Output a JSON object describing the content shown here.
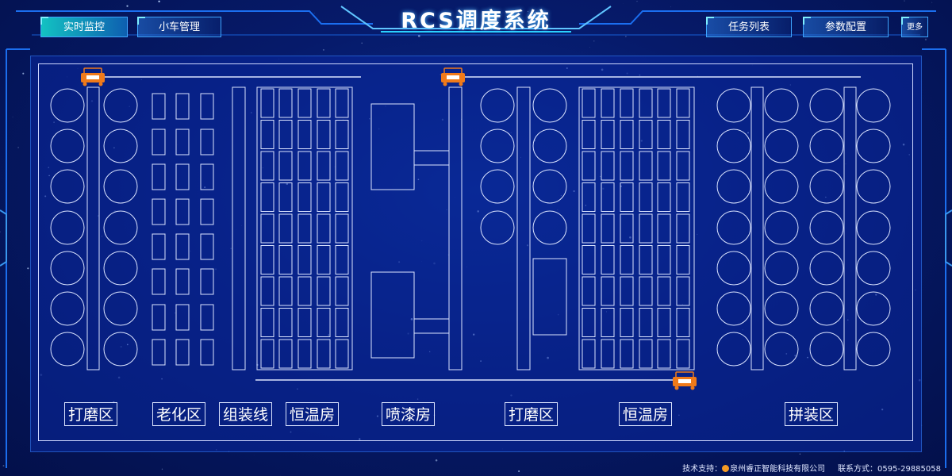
{
  "app_title": "RCS调度系统",
  "nav": {
    "left": [
      "实时监控",
      "小车管理"
    ],
    "right": [
      "任务列表",
      "参数配置"
    ],
    "more": "更多"
  },
  "zones": [
    "打磨区",
    "老化区",
    "组装线",
    "恒温房",
    "喷漆房",
    "打磨区",
    "恒温房",
    "拼装区"
  ],
  "footer": {
    "support_label": "技术支持：",
    "company": "泉州睿正智能科技有限公司",
    "contact_label": "联系方式：",
    "phone": "0595-29885058"
  },
  "colors": {
    "background": "#061a6a",
    "line": "#dbe4ff",
    "agv": "#f07a1a",
    "active_tab": "#13c2c2"
  },
  "icons": [
    "agv-vehicle-icon"
  ]
}
